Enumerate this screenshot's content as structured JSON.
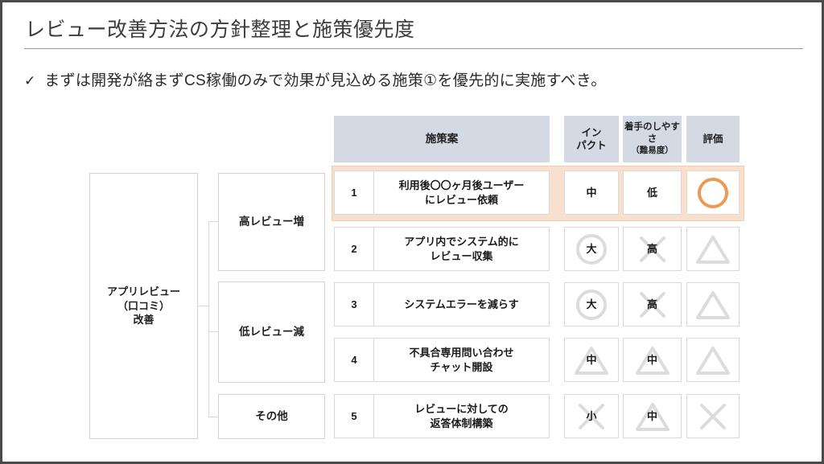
{
  "slide": {
    "title": "レビュー改善方法の方針整理と施策優先度",
    "check_icon": "✓",
    "subtitle": "まずは開発が絡まずCS稼働のみで効果が見込める施策①を優先的に実施すべき。"
  },
  "colors": {
    "header_fill": "#d3dae4",
    "highlight_band": "#f7e0cd",
    "highlight_border": "#f0cdb0",
    "accent_orange": "#e99a55",
    "symbol_grey": "#dcdcdc",
    "box_border": "#d2d2d2",
    "title_text": "#3c3c3c"
  },
  "hierarchy": {
    "root": "アプリレビュー\n（口コミ）\n改善",
    "root_lines": [
      "アプリレビュー",
      "（口コミ）",
      "改善"
    ],
    "branches": [
      {
        "label": "高レビュー増"
      },
      {
        "label": "低レビュー減"
      },
      {
        "label": "その他"
      }
    ]
  },
  "table": {
    "headers": {
      "plan": "施策案",
      "impact": "インパクト",
      "impact_lines": [
        "イン",
        "パクト"
      ],
      "ease": "着手のしやすさ",
      "ease_lines": [
        "着手のしやす",
        "さ"
      ],
      "ease_sub": "（難易度）",
      "eval": "評価"
    },
    "rows": [
      {
        "no": "1",
        "plan_lines": [
          "利用後〇〇ヶ月後ユーザー",
          "にレビュー依頼"
        ],
        "impact": {
          "label": "中",
          "symbol": "none"
        },
        "ease": {
          "label": "低",
          "symbol": "none"
        },
        "eval": {
          "symbol": "circle",
          "color": "accent"
        },
        "highlighted": true
      },
      {
        "no": "2",
        "plan_lines": [
          "アプリ内でシステム的に",
          "レビュー収集"
        ],
        "impact": {
          "label": "大",
          "symbol": "circle"
        },
        "ease": {
          "label": "高",
          "symbol": "cross"
        },
        "eval": {
          "symbol": "triangle",
          "color": "grey"
        },
        "highlighted": false
      },
      {
        "no": "3",
        "plan_lines": [
          "システムエラーを減らす"
        ],
        "impact": {
          "label": "大",
          "symbol": "circle"
        },
        "ease": {
          "label": "高",
          "symbol": "cross"
        },
        "eval": {
          "symbol": "triangle",
          "color": "grey"
        },
        "highlighted": false
      },
      {
        "no": "4",
        "plan_lines": [
          "不具合専用問い合わせ",
          "チャット開設"
        ],
        "impact": {
          "label": "中",
          "symbol": "triangle"
        },
        "ease": {
          "label": "中",
          "symbol": "triangle"
        },
        "eval": {
          "symbol": "triangle",
          "color": "grey"
        },
        "highlighted": false
      },
      {
        "no": "5",
        "plan_lines": [
          "レビューに対しての",
          "返答体制構築"
        ],
        "impact": {
          "label": "小",
          "symbol": "cross"
        },
        "ease": {
          "label": "中",
          "symbol": "triangle"
        },
        "eval": {
          "symbol": "cross",
          "color": "grey"
        },
        "highlighted": false
      }
    ]
  }
}
